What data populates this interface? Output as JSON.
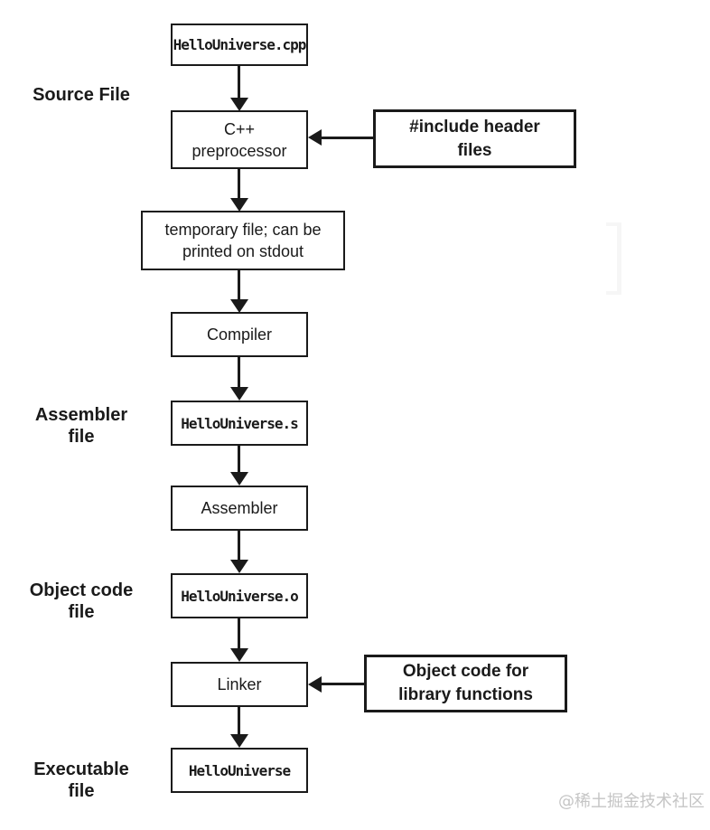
{
  "colors": {
    "ink": "#1a1a1a",
    "background": "#ffffff",
    "watermark_gray": "#c5c5c5"
  },
  "flow": {
    "source_filename": {
      "label": "HelloUniverse.cpp"
    },
    "preprocessor": {
      "line1": "C++",
      "line2": "preprocessor"
    },
    "temp_file": {
      "line1": "temporary file; can be",
      "line2": "printed on stdout"
    },
    "compiler": {
      "label": "Compiler"
    },
    "assembler_filename": {
      "label": "HelloUniverse.s"
    },
    "assembler": {
      "label": "Assembler"
    },
    "object_filename": {
      "label": "HelloUniverse.o"
    },
    "linker": {
      "label": "Linker"
    },
    "executable_filename": {
      "label": "HelloUniverse"
    }
  },
  "side_labels": {
    "source": {
      "label": "Source File"
    },
    "assembler": {
      "line1": "Assembler",
      "line2": "file"
    },
    "object": {
      "line1": "Object code",
      "line2": "file"
    },
    "executable": {
      "line1": "Executable",
      "line2": "file"
    }
  },
  "callouts": {
    "headers": {
      "line1": "#include header",
      "line2": "files"
    },
    "libraries": {
      "line1": "Object code for",
      "line2": "library functions"
    }
  },
  "watermark": "@稀土掘金技术社区"
}
